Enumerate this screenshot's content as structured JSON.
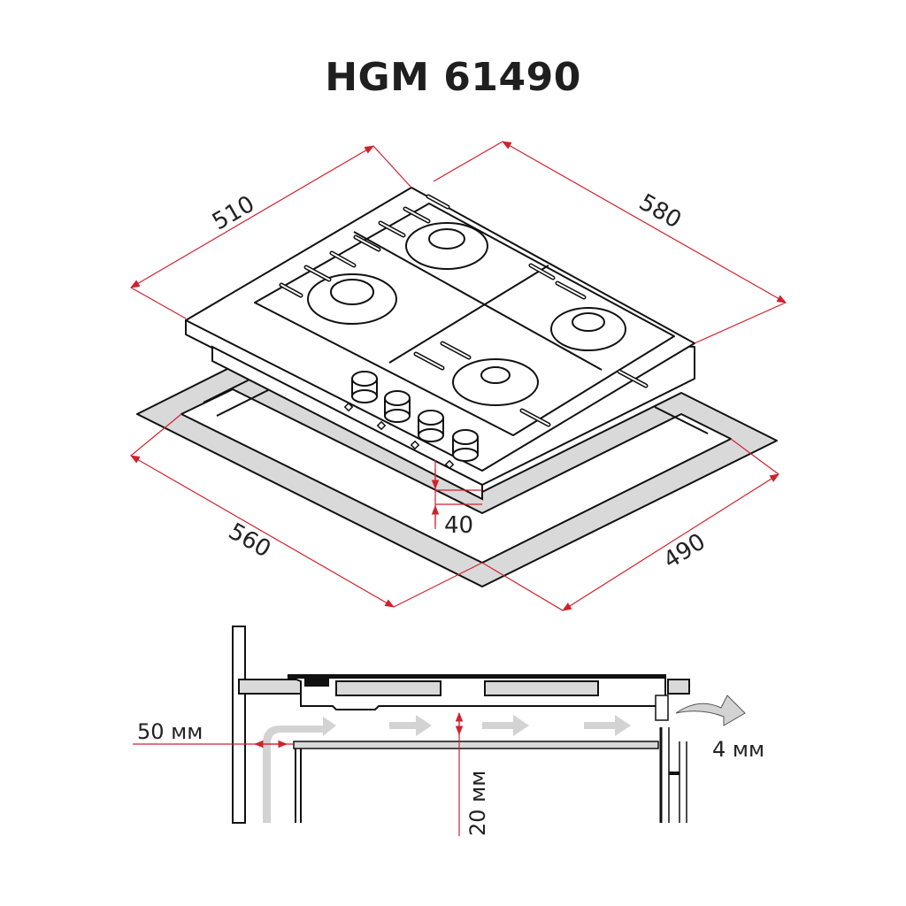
{
  "title": "HGM 61490",
  "colors": {
    "dimension_line": "#d0212e",
    "outline": "#111111",
    "cutout_fill": "#d9d9d9",
    "airflow_arrow": "#d3d3d3"
  },
  "isometric_view": {
    "hob_width": "580",
    "hob_depth": "510",
    "cutout_width": "560",
    "cutout_depth": "490",
    "hob_height": "40",
    "burners": 4,
    "control_knobs": 4
  },
  "section_view": {
    "wall_clearance": "50 мм",
    "air_gap": "20 мм",
    "front_gap": "4 мм"
  }
}
